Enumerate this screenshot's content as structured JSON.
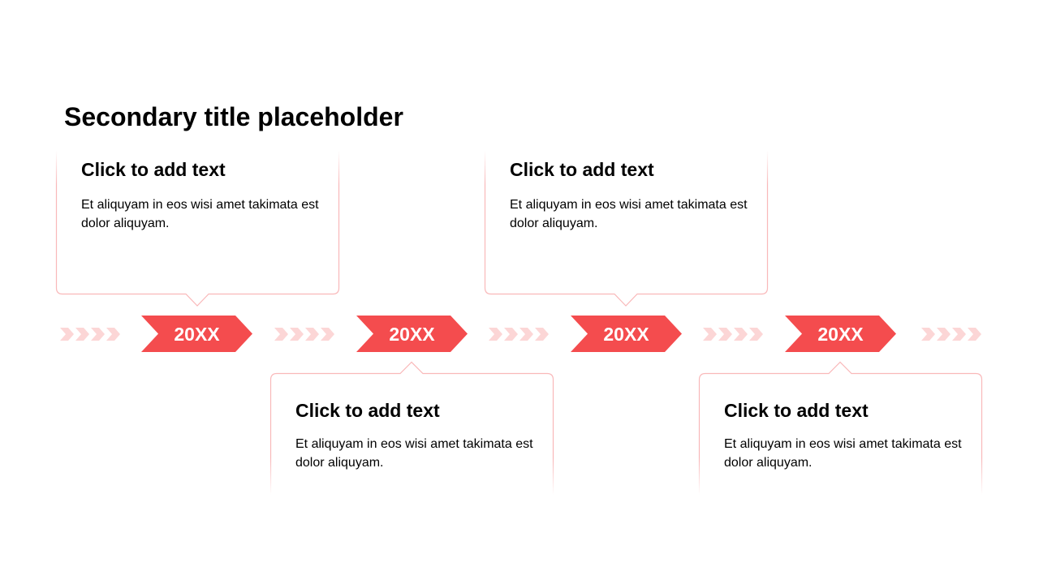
{
  "slide": {
    "title": "Secondary title placeholder"
  },
  "colors": {
    "accent": "#F44C4E",
    "outline": "#F9B8B9",
    "chevron": "#FCD6D6",
    "text": "#000000",
    "background": "#FFFFFF"
  },
  "milestones": [
    {
      "year": "20XX",
      "position": "above",
      "title": "Click to add text",
      "body": "Et aliquyam in eos wisi amet takimata est dolor aliquyam."
    },
    {
      "year": "20XX",
      "position": "below",
      "title": "Click to add text",
      "body": "Et aliquyam in eos wisi amet takimata est dolor aliquyam."
    },
    {
      "year": "20XX",
      "position": "above",
      "title": "Click to add text",
      "body": "Et aliquyam in eos wisi amet takimata est dolor aliquyam."
    },
    {
      "year": "20XX",
      "position": "below",
      "title": "Click to add text",
      "body": "Et aliquyam in eos wisi amet takimata est dolor aliquyam."
    }
  ],
  "decorations": {
    "chevron_icon": "chevron-right-icon",
    "fade_edge": "callout-fade"
  }
}
